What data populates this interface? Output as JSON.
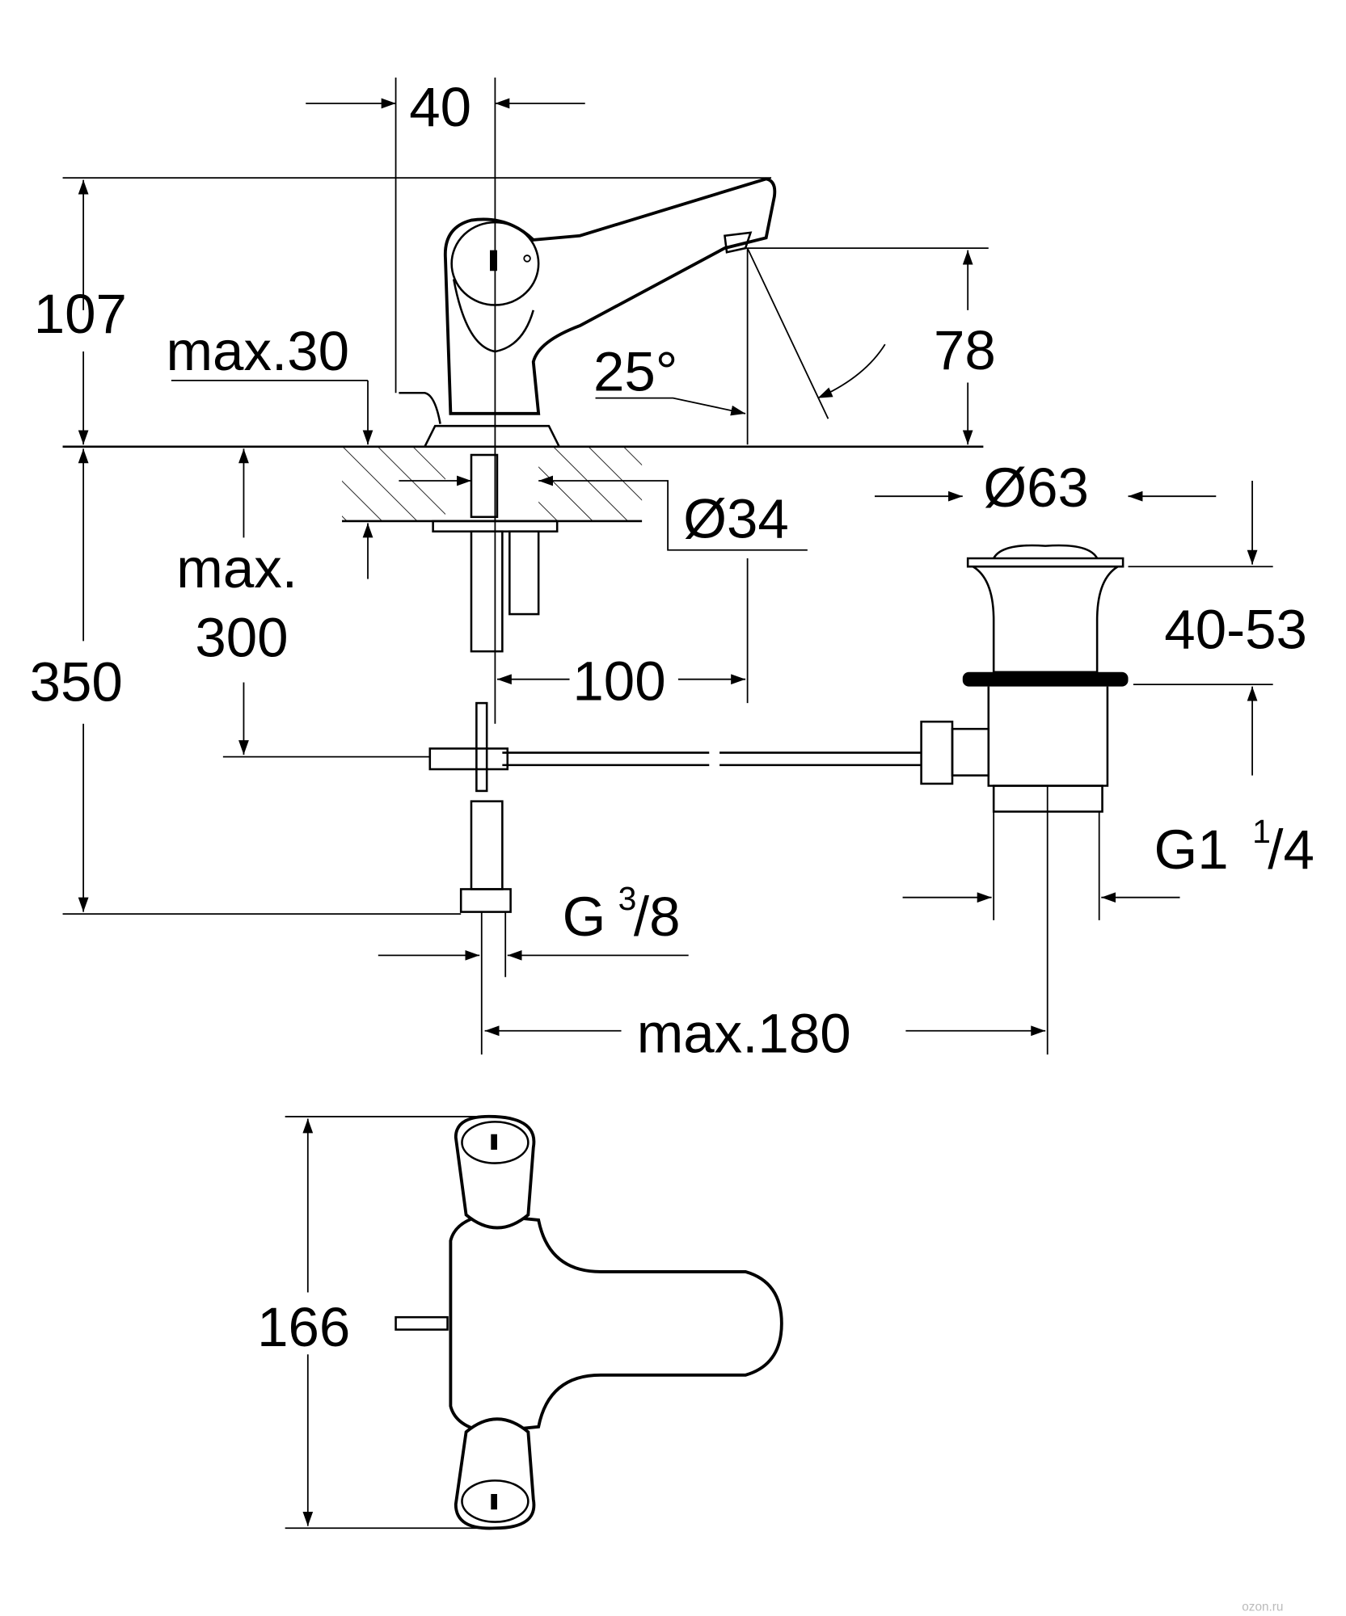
{
  "dimensions": {
    "spout_offset": "40",
    "height_top": "107",
    "max_thickness": "max.30",
    "spray_angle": "25°",
    "outlet_height": "78",
    "hole_diameter": "Ø34",
    "drain_diameter": "Ø63",
    "drain_range": "40-53",
    "max_line1": "max.",
    "max_line2": "300",
    "total_height": "350",
    "rod_offset": "100",
    "g_prefix": "G",
    "g_num": "3",
    "g_den": "/8",
    "g1_prefix": "G1",
    "g1_num": "1",
    "g1_den": "/4",
    "max_spacing": "max.180",
    "top_view_width": "166"
  },
  "watermark": "ozon.ru"
}
